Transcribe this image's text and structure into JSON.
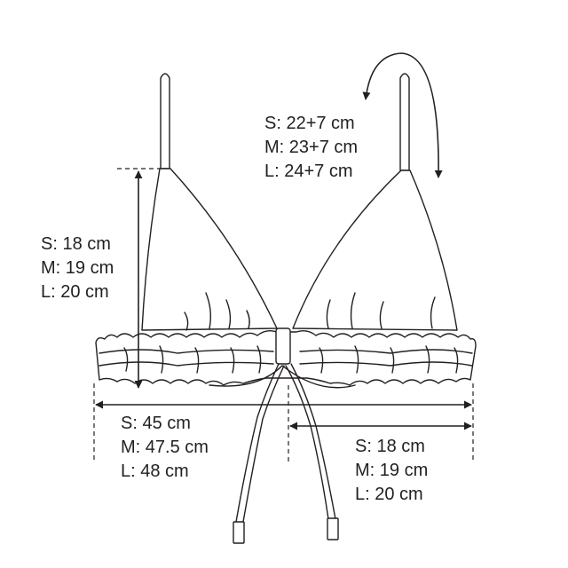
{
  "colors": {
    "line": "#231f20",
    "background": "#ffffff"
  },
  "strap_length": {
    "S": "S: 22+7 cm",
    "M": "M: 23+7 cm",
    "L": "L: 24+7 cm"
  },
  "cup_height": {
    "S": "S: 18 cm",
    "M": "M: 19 cm",
    "L": "L: 20 cm"
  },
  "total_width": {
    "S": "S: 45 cm",
    "M": "M: 47.5 cm",
    "L": "L: 48 cm"
  },
  "half_width": {
    "S": "S: 18 cm",
    "M": "M: 19 cm",
    "L": "L: 20 cm"
  }
}
